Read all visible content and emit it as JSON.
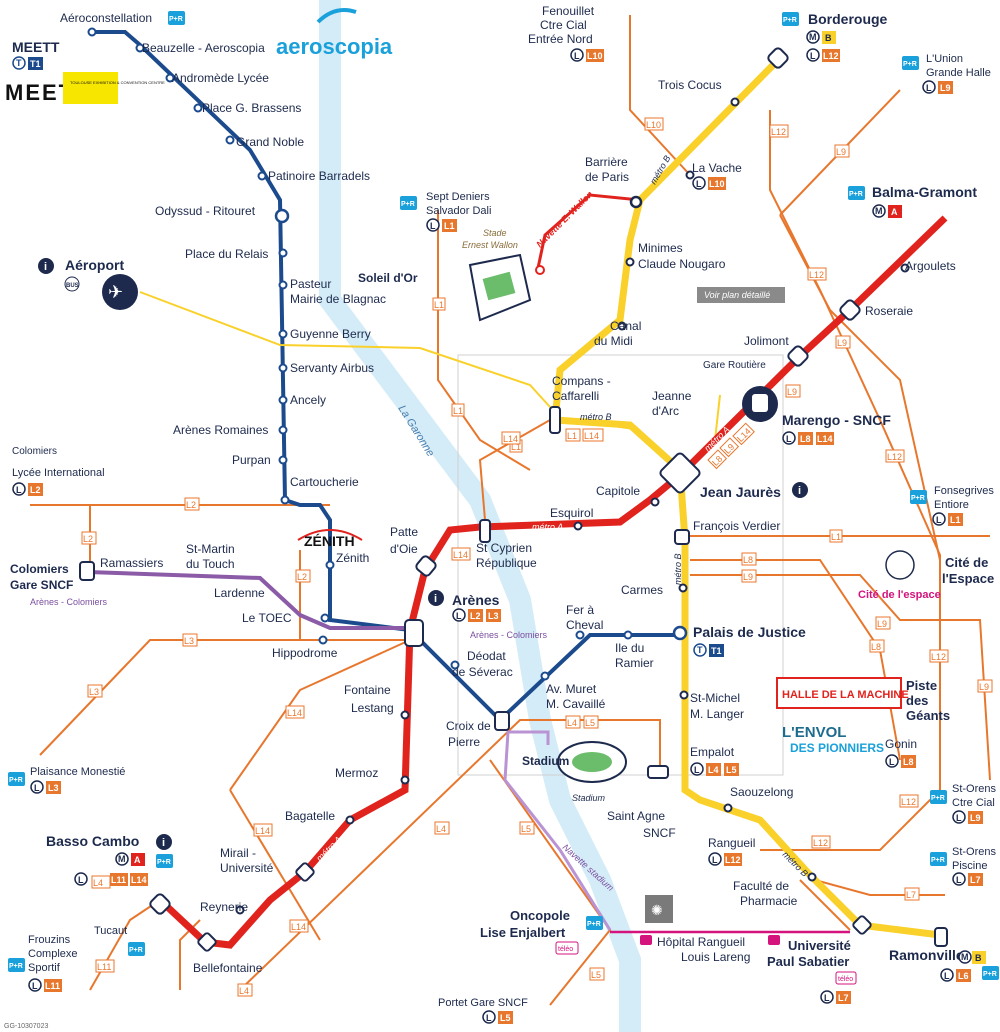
{
  "colors": {
    "line_a": "#e1231e",
    "line_b": "#f9d12a",
    "tram": "#1b4a8d",
    "bus": "#e8772e",
    "garonne": "#d4ecf7",
    "purple": "#8b5ba8",
    "teleo": "#d4137c",
    "navy": "#1d2a4d",
    "pr": "#1aa0da"
  },
  "logos": {
    "meett_title": "MEETT",
    "meett_text": "MEET",
    "meett_sub": "TOULOUSE EXHIBITION & CONVENTION CENTRE",
    "aeroscopia": "aeroscopia",
    "zenith": "ZÉNITH",
    "cite_espace": "Cité de l'espace",
    "halle_machine": "HALLE DE LA MACHINE",
    "envol_1": "L'ENVOL",
    "envol_2": "DES PIONNIERS",
    "detail_plan": "Voir plan détaillé"
  },
  "river": {
    "name": "La Garonne"
  },
  "stations": {
    "aeroconstellation": "Aéroconstellation",
    "beauzelle": "Beauzelle - Aeroscopia",
    "andromede": "Andromède Lycée",
    "brassens": "Place G. Brassens",
    "grand_noble": "Grand Noble",
    "barradels": "Patinoire Barradels",
    "odyssud": "Odyssud - Ritouret",
    "relais": "Place du Relais",
    "pasteur_1": "Pasteur",
    "pasteur_2": "Mairie de Blagnac",
    "guyenne": "Guyenne Berry",
    "servanty": "Servanty Airbus",
    "ancely": "Ancely",
    "arenes_romaines": "Arènes Romaines",
    "purpan": "Purpan",
    "cartoucherie": "Cartoucherie",
    "zenith": "Zénith",
    "toec": "Le TOEC",
    "hippodrome": "Hippodrome",
    "aeroport": "Aéroport",
    "colomiers_lycee_1": "Colomiers",
    "colomiers_lycee_2": "Lycée International",
    "colomiers_gare_1": "Colomiers",
    "colomiers_gare_2": "Gare SNCF",
    "arenes_colomiers": "Arènes - Colomiers",
    "ramassiers": "Ramassiers",
    "st_martin_1": "St-Martin",
    "st_martin_2": "du Touch",
    "lardenne": "Lardenne",
    "plaisance": "Plaisance Monestié",
    "basso_cambo": "Basso Cambo",
    "frouzins_1": "Frouzins",
    "frouzins_2": "Complexe",
    "frouzins_3": "Sportif",
    "tucaut": "Tucaut",
    "bellefontaine": "Bellefontaine",
    "reynerie": "Reynerie",
    "mirail_1": "Mirail -",
    "mirail_2": "Université",
    "bagatelle": "Bagatelle",
    "mermoz": "Mermoz",
    "fontaine_1": "Fontaine",
    "fontaine_2": "Lestang",
    "arenes": "Arènes",
    "patte_1": "Patte",
    "patte_2": "d'Oie",
    "st_cyprien_1": "St Cyprien",
    "st_cyprien_2": "République",
    "esquirol": "Esquirol",
    "capitole": "Capitole",
    "jean_jaures": "Jean Jaurès",
    "marengo": "Marengo - SNCF",
    "jolimont": "Jolimont",
    "roseraie": "Roseraie",
    "argoulets": "Argoulets",
    "balma": "Balma-Gramont",
    "compans_1": "Compans -",
    "compans_2": "Caffarelli",
    "jeanne_1": "Jeanne",
    "jeanne_2": "d'Arc",
    "canal_1": "Canal",
    "canal_2": "du Midi",
    "minimes_1": "Minimes",
    "minimes_2": "Claude Nougaro",
    "barriere_1": "Barrière",
    "barriere_2": "de Paris",
    "la_vache": "La Vache",
    "trois_cocus": "Trois Cocus",
    "borderouge": "Borderouge",
    "fenouillet_1": "Fenouillet",
    "fenouillet_2": "Ctre Cial",
    "fenouillet_3": "Entrée Nord",
    "union_1": "L'Union",
    "union_2": "Grande Halle",
    "sept_deniers_1": "Sept Deniers",
    "sept_deniers_2": "Salvador Dali",
    "soleil_dor": "Soleil d'Or",
    "stade_1": "Stade",
    "stade_2": "Ernest Wallon",
    "gare_routiere": "Gare Routière",
    "francois_verdier": "François Verdier",
    "carmes": "Carmes",
    "palais": "Palais de Justice",
    "fer_cheval_1": "Fer à",
    "fer_cheval_2": "Cheval",
    "ile_ramier_1": "Ile du",
    "ile_ramier_2": "Ramier",
    "deodat_1": "Déodat",
    "deodat_2": "de Séverac",
    "av_muret_1": "Av. Muret",
    "av_muret_2": "M. Cavaillé",
    "croix_1": "Croix de",
    "croix_2": "Pierre",
    "stadium": "Stadium",
    "stadium_sub": "Stadium",
    "st_michel_1": "St-Michel",
    "st_michel_2": "M. Langer",
    "empalot": "Empalot",
    "saouzelong": "Saouzelong",
    "saint_agne_1": "Saint Agne",
    "saint_agne_2": "SNCF",
    "rangueil": "Rangueil",
    "faculte_1": "Faculté de",
    "faculte_2": "Pharmacie",
    "ups_1": "Université",
    "ups_2": "Paul Sabatier",
    "ramonville": "Ramonville",
    "oncopole_1": "Oncopole",
    "oncopole_2": "Lise Enjalbert",
    "hopital_1": "Hôpital Rangueil",
    "hopital_2": "Louis Lareng",
    "portet": "Portet Gare SNCF",
    "fonsegrives_1": "Fonsegrives",
    "fonsegrives_2": "Entiore",
    "cite_1": "Cité de",
    "cite_2": "l'Espace",
    "piste_1": "Piste",
    "piste_2": "des",
    "piste_3": "Géants",
    "gonin": "Gonin",
    "st_orens_cc_1": "St-Orens",
    "st_orens_cc_2": "Ctre Cial",
    "st_orens_p_1": "St-Orens",
    "st_orens_p_2": "Piscine"
  },
  "line_tags": {
    "metro_a": "métro A",
    "metro_b": "métro B",
    "navette_wallon": "Navette E. Wallon",
    "navette_stadium": "Navette stadium",
    "teleo": "téléo",
    "bus": "BUS"
  },
  "badges": {
    "T1": "T1",
    "T": "T",
    "L": "L",
    "M": "M",
    "A": "A",
    "B": "B",
    "PR": "P+R",
    "info": "i",
    "L1": "L1",
    "L2": "L2",
    "L3": "L3",
    "L4": "L4",
    "L5": "L5",
    "L6": "L6",
    "L7": "L7",
    "L8": "L8",
    "L9": "L9",
    "L10": "L10",
    "L11": "L11",
    "L12": "L12",
    "L14": "L14"
  },
  "footer": {
    "code": "GG-10307023"
  }
}
